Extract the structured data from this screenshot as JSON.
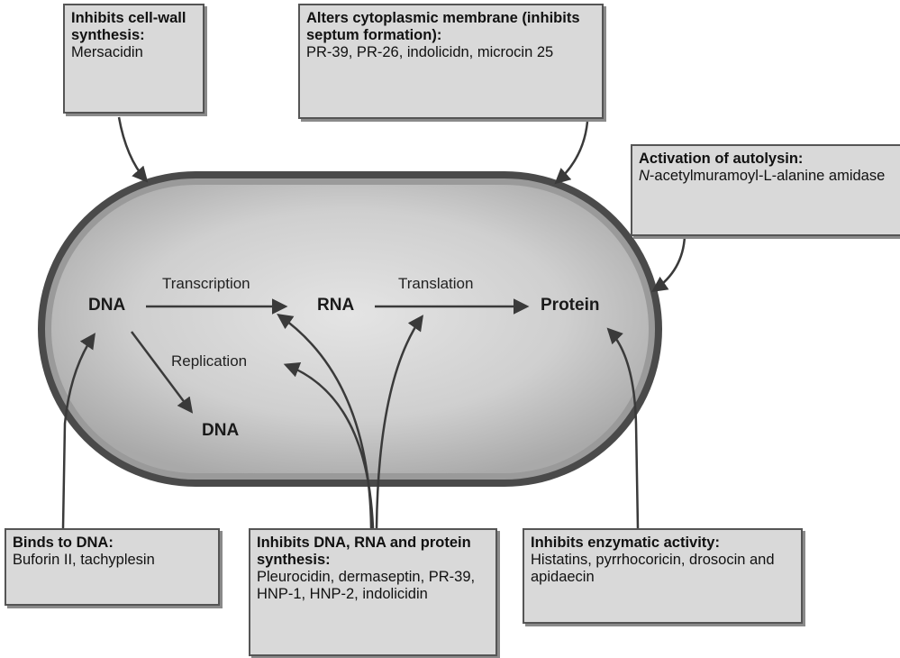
{
  "cell": {
    "dna_label": "DNA",
    "rna_label": "RNA",
    "protein_label": "Protein",
    "dna2_label": "DNA",
    "transcription_label": "Transcription",
    "translation_label": "Translation",
    "replication_label": "Replication"
  },
  "boxes": {
    "cellwall": {
      "heading": "Inhibits cell-wall synthesis:",
      "body": "Mersacidin"
    },
    "membrane": {
      "heading": "Alters cytoplasmic membrane (inhibits septum formation):",
      "body": "PR-39, PR-26, indolicidn, microcin 25"
    },
    "autolysin": {
      "heading": "Activation of autolysin:",
      "body_prefix": "N",
      "body": "-acetylmuramoyl-L-alanine amidase"
    },
    "dna_binding": {
      "heading": "Binds to DNA:",
      "body": "Buforin II, tachyplesin"
    },
    "synthesis": {
      "heading": "Inhibits DNA, RNA and protein synthesis:",
      "body": "Pleurocidin, dermaseptin, PR-39, HNP-1, HNP-2, indolicidin"
    },
    "enzymatic": {
      "heading": "Inhibits enzymatic activity:",
      "body": "Histatins, pyrrhocoricin, drosocin and apidaecin"
    }
  },
  "colors": {
    "cell_fill": "#c9c9c9",
    "cell_wall": "#3a3a3a",
    "box_fill": "#d9d9d9",
    "arrow": "#3a3a3a"
  }
}
